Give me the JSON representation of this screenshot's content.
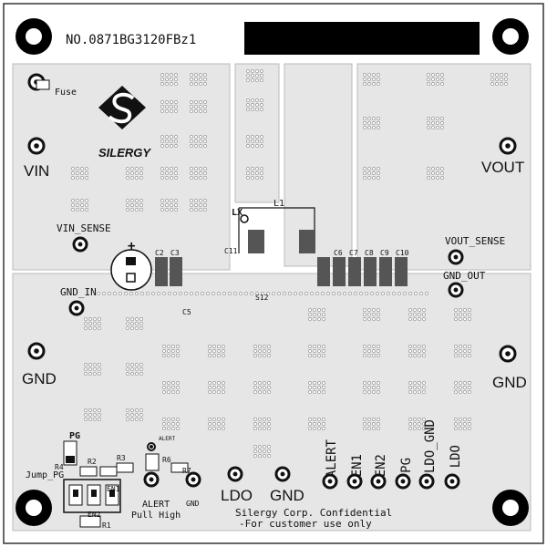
{
  "board": {
    "part_number": "NO.0871BG3120FBz1",
    "logo_text": "SILERGY",
    "fuse": "Fuse",
    "vin": "VIN",
    "vout": "VOUT",
    "gnd_left": "GND",
    "gnd_right": "GND",
    "vin_sense": "VIN_SENSE",
    "vout_sense": "VOUT_SENSE",
    "gnd_in": "GND_IN",
    "gnd_out": "GND_OUT",
    "lx": "LX",
    "inductor": "L1",
    "plus": "+",
    "confidential_1": "Silergy Corp. Confidential",
    "confidential_2": "-For customer use only"
  },
  "components": {
    "c2": "C2",
    "c3": "C3",
    "c11": "C11",
    "s12": "S12",
    "c5": "C5",
    "c6": "C6",
    "c7": "C7",
    "c8": "C8",
    "c9": "C9",
    "c10": "C10",
    "r4": "R4",
    "jump_pg": "Jump_PG",
    "pg_label": "PG",
    "r2": "R2",
    "r3": "R3",
    "en1": "EN1",
    "en2": "EN2",
    "r1": "R1",
    "r6": "R6",
    "r7": "R7",
    "alert_small": "ALERT",
    "alert": "ALERT",
    "pull_high": "Pull High",
    "gnd_small": "GND"
  },
  "connectors": {
    "ldo_left": "LDO",
    "gnd_mid": "GND",
    "pins": [
      "ALERT",
      "EN1",
      "EN2",
      "PG",
      "LDO_GND",
      "LDO"
    ]
  }
}
